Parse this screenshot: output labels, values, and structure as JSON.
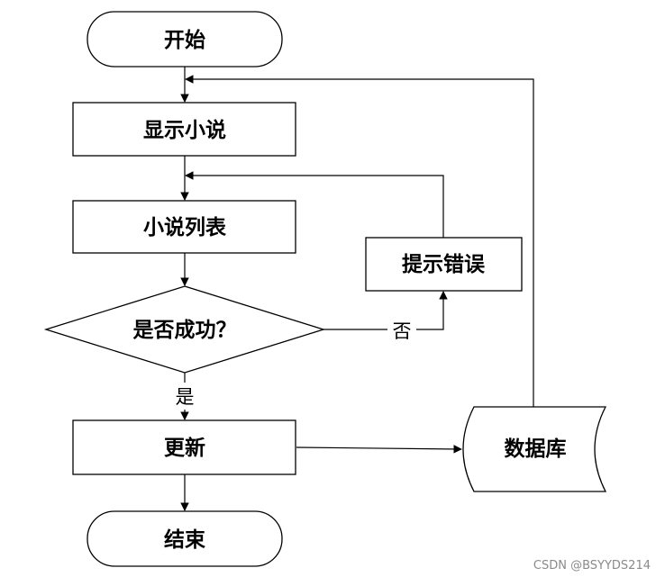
{
  "nodes": {
    "start": "开始",
    "show_novel": "显示小说",
    "novel_list": "小说列表",
    "success_check": "是否成功？",
    "error_prompt": "提示错误",
    "update": "更新",
    "database": "数据库",
    "end": "结束"
  },
  "edges": {
    "yes": "是",
    "no": "否"
  },
  "watermark": "CSDN @BSYYDS214"
}
